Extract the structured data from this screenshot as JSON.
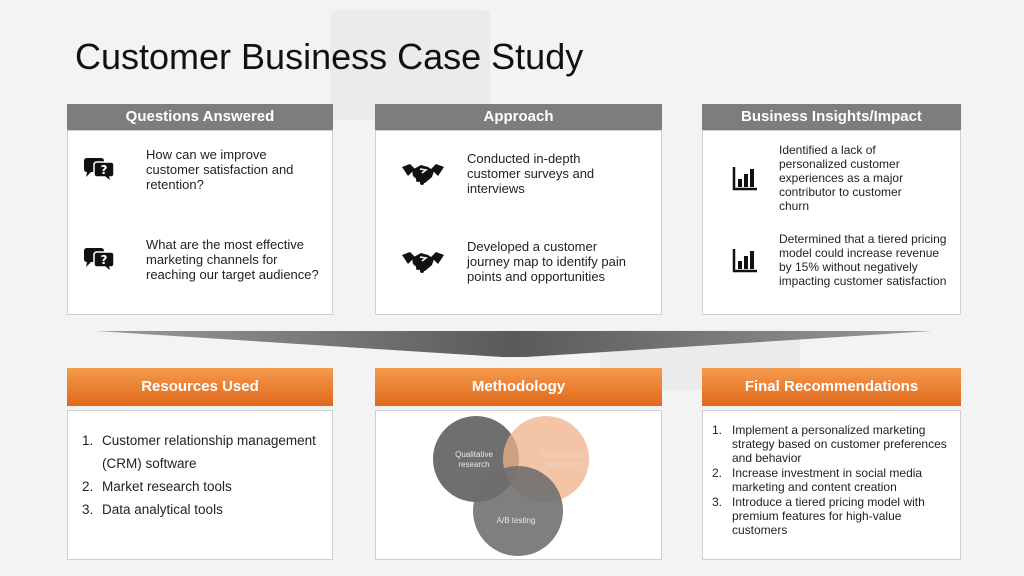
{
  "title": "Customer Business Case Study",
  "colors": {
    "accent": "#ec7a26",
    "header_gray": "#7d7d7d",
    "venn_dark": "#626262",
    "venn_peach": "#f2b48c",
    "venn_mid": "#7e7e7e"
  },
  "questions": {
    "header": "Questions Answered",
    "items": [
      {
        "icon": "question-chat-icon",
        "text": "How can we improve customer satisfaction and retention?"
      },
      {
        "icon": "question-chat-icon",
        "text": "What are the most effective marketing channels for reaching our target audience?"
      }
    ]
  },
  "approach": {
    "header": "Approach",
    "items": [
      {
        "icon": "handshake-icon",
        "text": "Conducted in-depth customer surveys and interviews"
      },
      {
        "icon": "handshake-icon",
        "text": "Developed a customer journey map to identify pain points and opportunities"
      }
    ]
  },
  "insights": {
    "header": "Business Insights/Impact",
    "items": [
      {
        "icon": "bar-chart-icon",
        "text": "Identified a lack of personalized customer experiences as a major contributor to customer churn"
      },
      {
        "icon": "bar-chart-icon",
        "text": "Determined that a tiered pricing model could increase revenue by 15% without negatively impacting customer satisfaction"
      }
    ]
  },
  "resources": {
    "header": "Resources Used",
    "items": [
      {
        "num": "1.",
        "text": "Customer relationship management (CRM) software"
      },
      {
        "num": "2.",
        "text": "Market research tools"
      },
      {
        "num": "3.",
        "text": "Data analytical tools"
      }
    ]
  },
  "methodology": {
    "header": "Methodology",
    "circles": [
      {
        "label_line1": "Qualitative",
        "label_line2": "research"
      },
      {
        "label_line1": "Quantitative",
        "label_line2": "research"
      },
      {
        "label_line1": "A/B testing",
        "label_line2": ""
      }
    ]
  },
  "recommendations": {
    "header": "Final Recommendations",
    "items": [
      {
        "num": "1.",
        "text": "Implement a personalized marketing strategy based on customer preferences and behavior"
      },
      {
        "num": "2.",
        "text": "Increase investment in social media marketing and content creation"
      },
      {
        "num": "3.",
        "text": "Introduce a tiered pricing model with premium features for high-value customers"
      }
    ]
  }
}
